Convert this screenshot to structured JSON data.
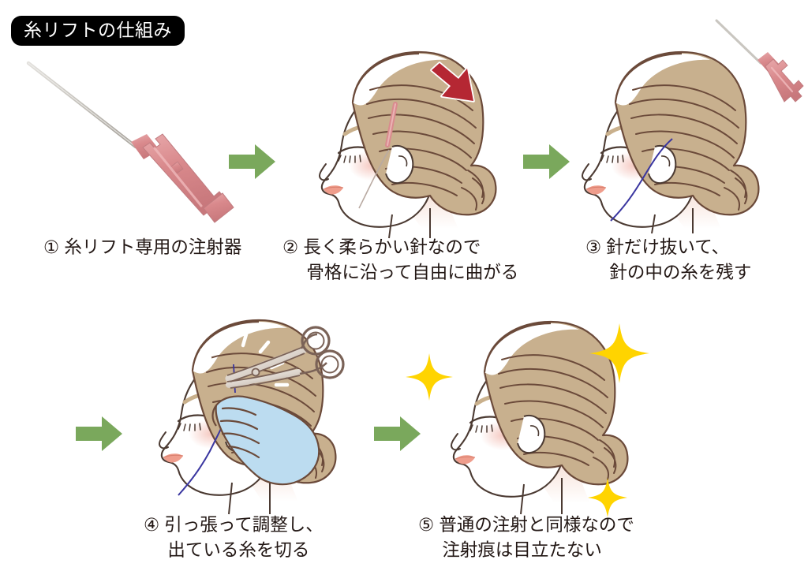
{
  "title": "糸リフトの仕組み",
  "colors": {
    "badge_bg": "#000000",
    "badge_text": "#ffffff",
    "arrow_green": "#7aa85c",
    "arrow_red": "#b52733",
    "hair_fill": "#c8b08e",
    "hair_line": "#6b4a3a",
    "skin_line": "#4b3a32",
    "blush": "#f6d2cb",
    "lips": "#ef9d8c",
    "syringe_body": "#d98b8e",
    "syringe_needle": "#c9c6c0",
    "thread": "#3a36a0",
    "glove": "#bcdcf0",
    "sparkle": "#ffd400",
    "scissors": "#7a6257",
    "background": "#ffffff"
  },
  "steps": [
    {
      "id": "step-1",
      "number": "①",
      "lines": [
        "① 糸リフト専用の注射器"
      ],
      "illustration": "syringe",
      "icons": [
        "syringe-icon"
      ]
    },
    {
      "id": "step-2",
      "number": "②",
      "lines": [
        "② 長く柔らかい針なので",
        "骨格に沿って自由に曲がる"
      ],
      "illustration": "head-with-needle-and-red-arrow",
      "icons": [
        "woman-head-icon",
        "red-arrow-icon",
        "needle-icon"
      ]
    },
    {
      "id": "step-3",
      "number": "③",
      "lines": [
        "③ 針だけ抜いて、",
        "針の中の糸を残す"
      ],
      "illustration": "head-with-thread-and-withdrawn-syringe",
      "icons": [
        "woman-head-icon",
        "thread-icon",
        "syringe-icon"
      ]
    },
    {
      "id": "step-4",
      "number": "④",
      "lines": [
        "④ 引っ張って調整し、",
        "出ている糸を切る"
      ],
      "illustration": "head-with-scissors-and-gloved-hand",
      "icons": [
        "woman-head-icon",
        "thread-icon",
        "scissors-icon",
        "gloved-hand-icon",
        "sparkle-lines-icon"
      ]
    },
    {
      "id": "step-5",
      "number": "⑤",
      "lines": [
        "⑤ 普通の注射と同様なので",
        "注射痕は目立たない"
      ],
      "illustration": "head-clean-with-sparkles",
      "icons": [
        "woman-head-icon",
        "sparkle-star-icon"
      ]
    }
  ],
  "flow_arrows": [
    {
      "id": "arrow-1-to-2",
      "direction": "right"
    },
    {
      "id": "arrow-2-to-3",
      "direction": "right"
    },
    {
      "id": "arrow-3-to-4",
      "direction": "right"
    },
    {
      "id": "arrow-4-to-5",
      "direction": "right"
    }
  ]
}
